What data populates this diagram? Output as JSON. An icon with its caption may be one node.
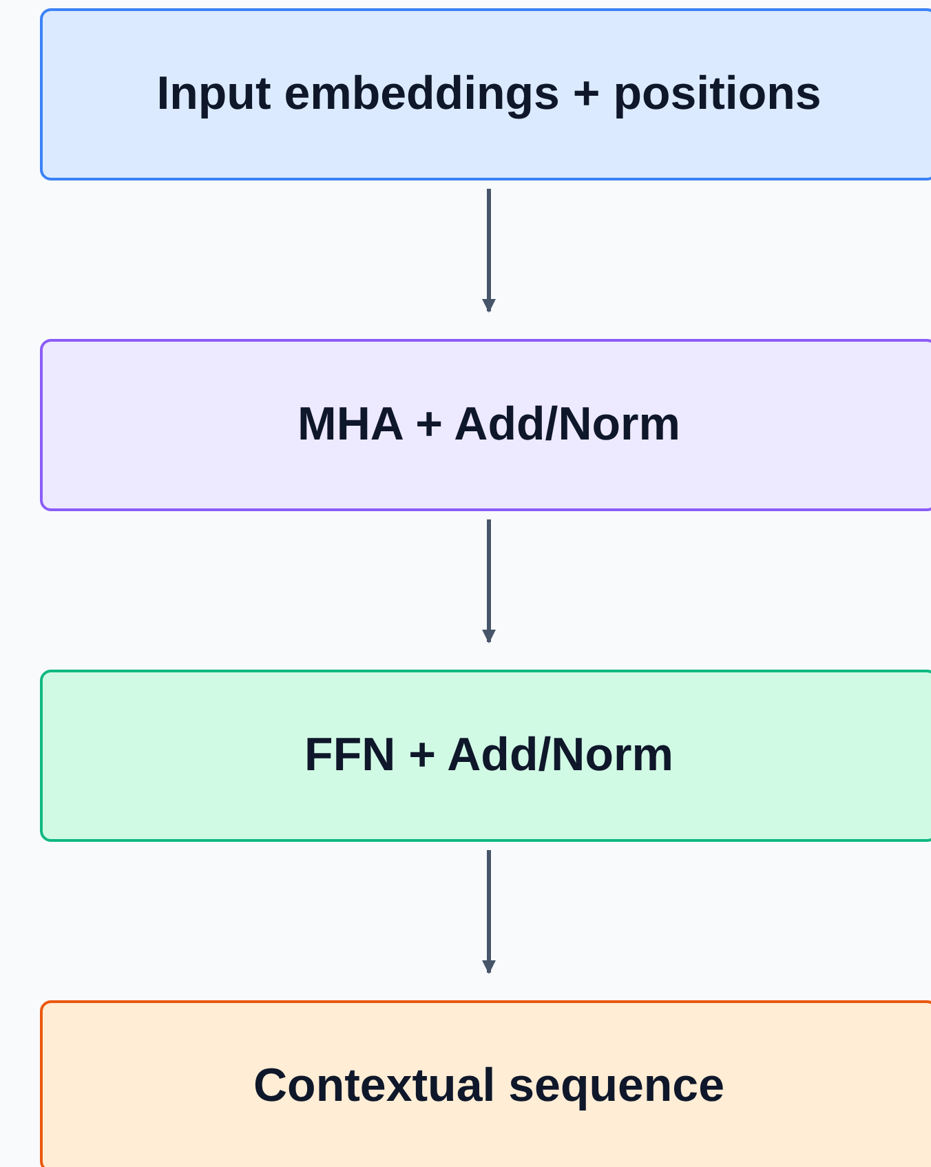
{
  "diagram": {
    "nodes": [
      {
        "text": [
          "Input embeddings + positions"
        ]
      },
      {
        "text": [
          "MHA + Add/Norm"
        ]
      },
      {
        "text": [
          "FFN + Add/Norm"
        ]
      },
      {
        "text": [
          "Contextual sequence"
        ]
      }
    ],
    "edges": [
      {
        "from": 0,
        "to": 1,
        "arrow": "to"
      },
      {
        "from": 1,
        "to": 2,
        "arrow": "to"
      },
      {
        "from": 2,
        "to": 3,
        "arrow": "to"
      }
    ]
  }
}
